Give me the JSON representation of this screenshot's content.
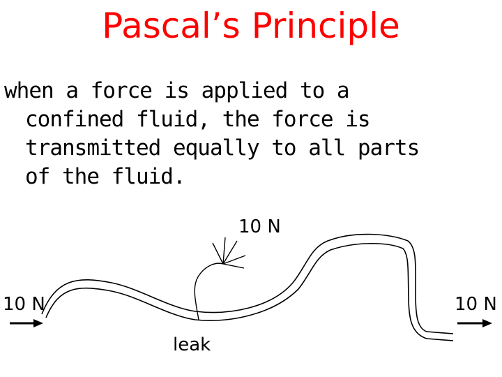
{
  "slide": {
    "title": "Pascal’s Principle",
    "definition_lines": [
      "when a force is applied to a",
      "confined fluid, the force is",
      "transmitted equally to all parts",
      "of the fluid."
    ]
  },
  "diagram": {
    "force_top_label": "10 N",
    "force_left_label": "10 N",
    "force_right_label": "10 N",
    "leak_label": "leak"
  },
  "colors": {
    "title": "#ff0000",
    "text": "#000000"
  }
}
